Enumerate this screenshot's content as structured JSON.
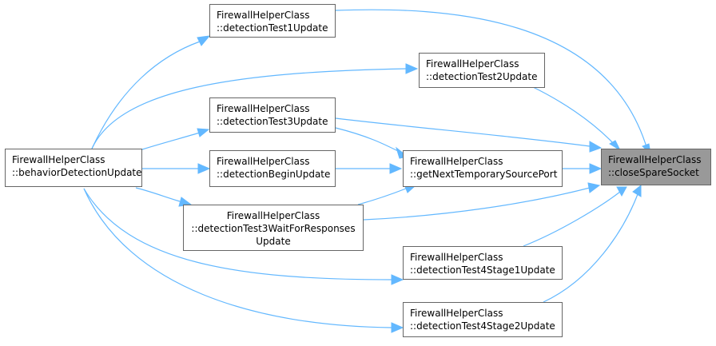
{
  "graph": {
    "nodes": {
      "n_behavior": {
        "line1": "FirewallHelperClass",
        "line2": "::behaviorDetectionUpdate"
      },
      "n_test1": {
        "line1": "FirewallHelperClass",
        "line2": "::detectionTest1Update"
      },
      "n_test2": {
        "line1": "FirewallHelperClass",
        "line2": "::detectionTest2Update"
      },
      "n_test3": {
        "line1": "FirewallHelperClass",
        "line2": "::detectionTest3Update"
      },
      "n_begin": {
        "line1": "FirewallHelperClass",
        "line2": "::detectionBeginUpdate"
      },
      "n_test3wait": {
        "line1": "FirewallHelperClass",
        "line2": "::detectionTest3WaitForResponses",
        "line3": "Update"
      },
      "n_getnext": {
        "line1": "FirewallHelperClass",
        "line2": "::getNextTemporarySourcePort"
      },
      "n_stage1": {
        "line1": "FirewallHelperClass",
        "line2": "::detectionTest4Stage1Update"
      },
      "n_stage2": {
        "line1": "FirewallHelperClass",
        "line2": "::detectionTest4Stage2Update"
      },
      "n_close": {
        "line1": "FirewallHelperClass",
        "line2": "::closeSpareSocket"
      }
    },
    "colors": {
      "edge": "#63b8ff",
      "border": "#666666",
      "target_fill": "#999999"
    }
  }
}
